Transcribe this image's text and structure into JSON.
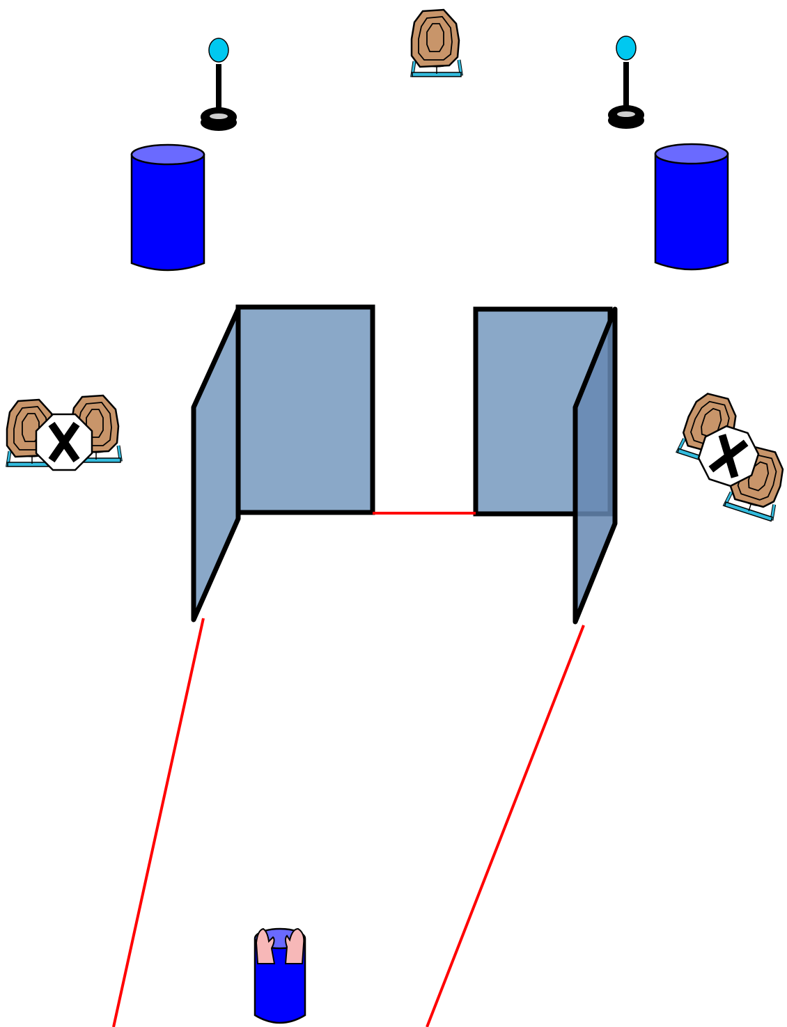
{
  "stage": {
    "props": {
      "popper": {
        "head_color": "#00c8f0",
        "stem_color": "#000000",
        "base_color": "#000000",
        "base_center_color": "#cfcfcf",
        "count": 2
      },
      "barrel": {
        "top_color": "#6a6aff",
        "body_color": "#0000ff",
        "count": 3
      },
      "wall": {
        "front_color": "#8aa8c8",
        "side_color": "#6688b3",
        "outline_color": "#000000",
        "count": 2
      },
      "target": {
        "paper_color": "#c8956a",
        "stand_color": "#33bbdd",
        "no_shoot_color": "#ffffff",
        "no_shoot_mark": "X",
        "count": 7
      },
      "hands": {
        "skin_color": "#f7b8b8"
      }
    },
    "fault_line_color": "#ff0000",
    "icons": {
      "steel_popper": "popper-icon",
      "barrel": "barrel-icon",
      "wall": "wall-icon",
      "paper_target": "target-icon",
      "no_shoot": "no-shoot-icon",
      "start_position": "hands-on-barrel-icon"
    }
  }
}
